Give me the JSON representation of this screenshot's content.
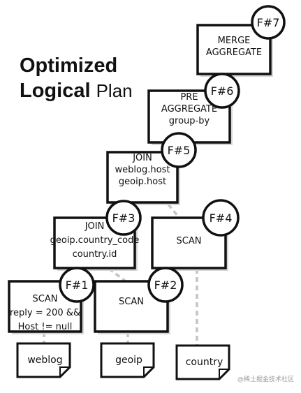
{
  "title": {
    "line1": "Optimized",
    "line2_bold": "Logical",
    "line2_regular": "Plan"
  },
  "operators": {
    "merge_aggregate": {
      "lines": [
        "MERGE",
        "AGGREGATE"
      ],
      "fragment": "F#7"
    },
    "pre_aggregate": {
      "lines": [
        "PRE",
        "AGGREGATE",
        "group-by"
      ],
      "fragment": "F#6"
    },
    "join_weblog_geoip": {
      "lines": [
        "JOIN",
        "weblog.host",
        "geoip.host"
      ],
      "fragment": "F#5"
    },
    "join_geoip_country": {
      "lines": [
        "JOIN",
        "geoip.country_code",
        "country.id"
      ],
      "fragment": "F#3"
    },
    "scan_country": {
      "lines": [
        "SCAN"
      ],
      "fragment": "F#4"
    },
    "scan_weblog": {
      "lines": [
        "SCAN",
        "reply = 200 &&",
        "Host != null"
      ],
      "fragment": "F#1"
    },
    "scan_geoip": {
      "lines": [
        "SCAN"
      ],
      "fragment": "F#2"
    }
  },
  "tables": {
    "weblog": "weblog",
    "geoip": "geoip",
    "country": "country"
  },
  "watermark": "@稀土掘金技术社区",
  "colors": {
    "stroke": "#111111",
    "connector": "#c4c4c4",
    "fill": "#ffffff"
  }
}
